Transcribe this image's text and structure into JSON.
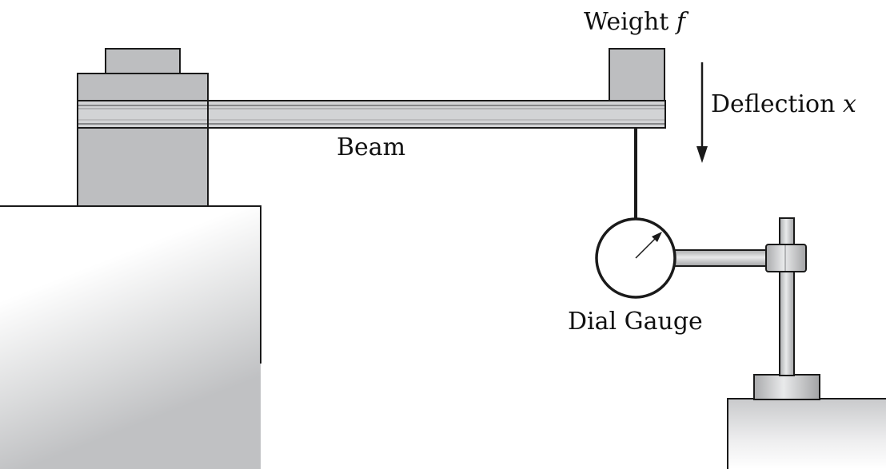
{
  "labels": {
    "weight": "Weight",
    "weight_var": "f",
    "deflection": "Deflection",
    "deflection_var": "x",
    "beam": "Beam",
    "dial_gauge": "Dial Gauge"
  },
  "colors": {
    "part_fill": "#bdbec0",
    "beam_fill": "#d2d3d5",
    "stroke": "#1a1a1a",
    "ground_shadow": "#c4c5c7"
  }
}
